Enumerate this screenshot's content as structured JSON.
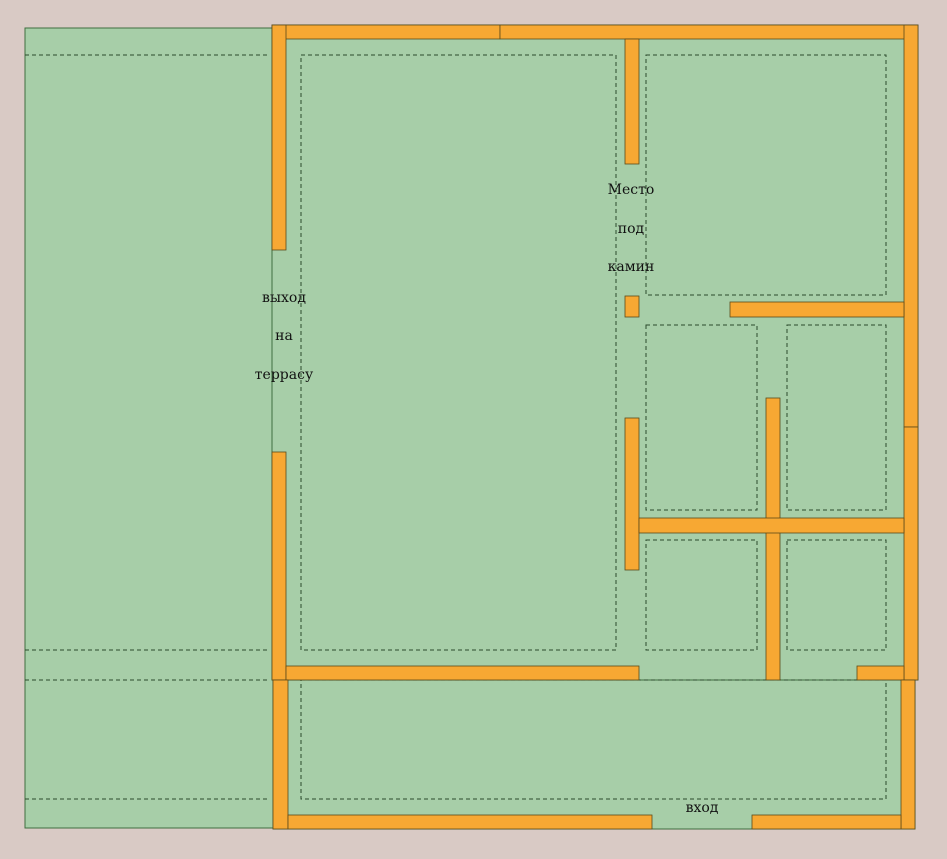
{
  "colors": {
    "background": "#d9cac5",
    "floor": "#a7cea8",
    "floor_border": "#3f6e3f",
    "wall": "#f7a833",
    "wall_border": "#5a4a1a",
    "dashed": "#2b4a2b"
  },
  "labels": {
    "terrace_exit": [
      "выход",
      "на",
      "террасу"
    ],
    "fireplace": [
      "Место",
      "под",
      "камин"
    ],
    "entrance": "вход"
  }
}
